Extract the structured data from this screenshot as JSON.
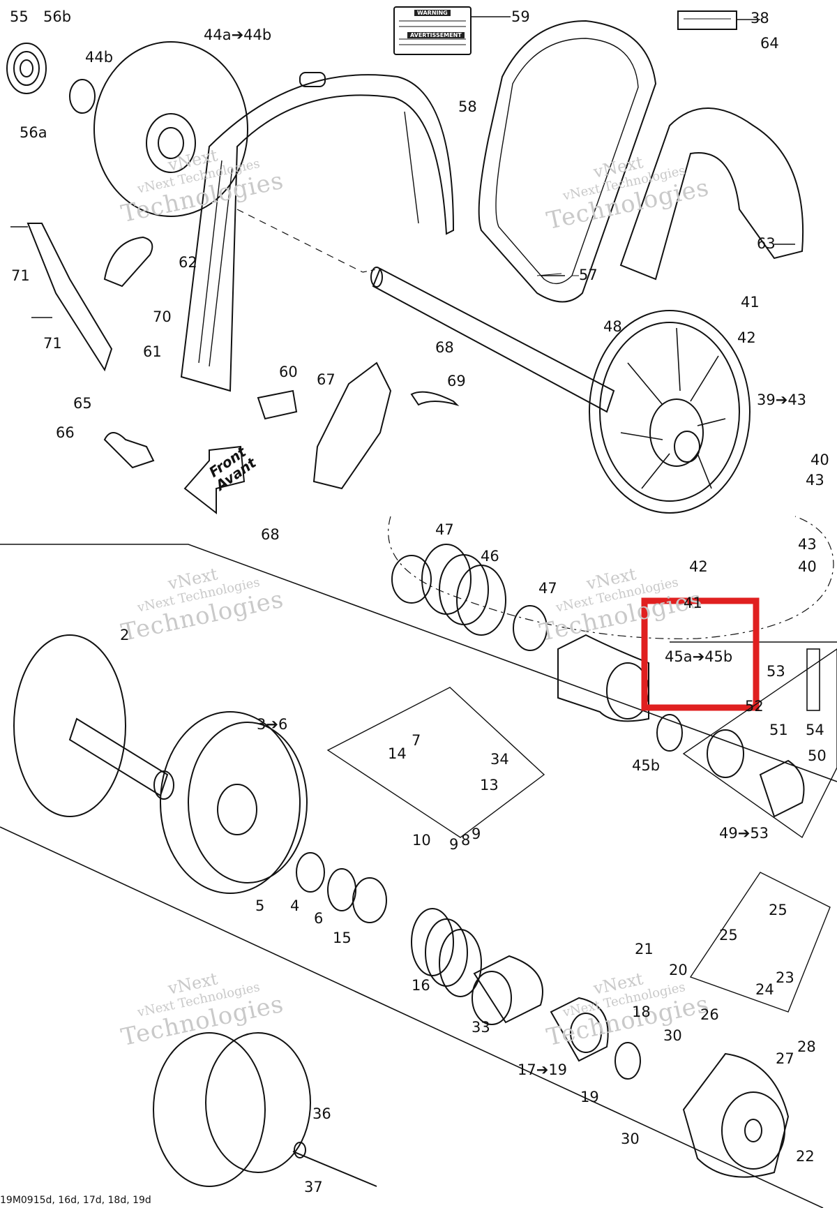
{
  "callouts": [
    {
      "id": "55",
      "text": "55"
    },
    {
      "id": "56b",
      "text": "56b"
    },
    {
      "id": "56a",
      "text": "56a"
    },
    {
      "id": "44a44b",
      "text": "44a➔44b"
    },
    {
      "id": "44b",
      "text": "44b"
    },
    {
      "id": "59",
      "text": "59"
    },
    {
      "id": "38",
      "text": "38"
    },
    {
      "id": "64",
      "text": "64"
    },
    {
      "id": "58",
      "text": "58"
    },
    {
      "id": "62",
      "text": "62"
    },
    {
      "id": "71a",
      "text": "71"
    },
    {
      "id": "71b",
      "text": "71"
    },
    {
      "id": "70",
      "text": "70"
    },
    {
      "id": "57",
      "text": "57"
    },
    {
      "id": "63",
      "text": "63"
    },
    {
      "id": "41a",
      "text": "41"
    },
    {
      "id": "42a",
      "text": "42"
    },
    {
      "id": "48",
      "text": "48"
    },
    {
      "id": "68a",
      "text": "68"
    },
    {
      "id": "61",
      "text": "61"
    },
    {
      "id": "60",
      "text": "60"
    },
    {
      "id": "67",
      "text": "67"
    },
    {
      "id": "69",
      "text": "69"
    },
    {
      "id": "3943",
      "text": "39➔43"
    },
    {
      "id": "65",
      "text": "65"
    },
    {
      "id": "66",
      "text": "66"
    },
    {
      "id": "40a",
      "text": "40"
    },
    {
      "id": "43a",
      "text": "43"
    },
    {
      "id": "68b",
      "text": "68"
    },
    {
      "id": "47a",
      "text": "47"
    },
    {
      "id": "46",
      "text": "46"
    },
    {
      "id": "43b",
      "text": "43"
    },
    {
      "id": "42b",
      "text": "42"
    },
    {
      "id": "40b",
      "text": "40"
    },
    {
      "id": "47b",
      "text": "47"
    },
    {
      "id": "41b",
      "text": "41"
    },
    {
      "id": "2",
      "text": "2"
    },
    {
      "id": "45a45b",
      "text": "45a➔45b"
    },
    {
      "id": "53",
      "text": "53"
    },
    {
      "id": "52",
      "text": "52"
    },
    {
      "id": "36a",
      "text": "3➔6"
    },
    {
      "id": "7",
      "text": "7"
    },
    {
      "id": "14",
      "text": "14"
    },
    {
      "id": "34",
      "text": "34"
    },
    {
      "id": "13",
      "text": "13"
    },
    {
      "id": "45b",
      "text": "45b"
    },
    {
      "id": "51",
      "text": "51"
    },
    {
      "id": "54",
      "text": "54"
    },
    {
      "id": "50",
      "text": "50"
    },
    {
      "id": "10",
      "text": "10"
    },
    {
      "id": "9a",
      "text": "9"
    },
    {
      "id": "8",
      "text": "8"
    },
    {
      "id": "9b",
      "text": "9"
    },
    {
      "id": "4953",
      "text": "49➔53"
    },
    {
      "id": "5",
      "text": "5"
    },
    {
      "id": "4",
      "text": "4"
    },
    {
      "id": "6",
      "text": "6"
    },
    {
      "id": "15",
      "text": "15"
    },
    {
      "id": "16",
      "text": "16"
    },
    {
      "id": "25a",
      "text": "25"
    },
    {
      "id": "25b",
      "text": "25"
    },
    {
      "id": "23",
      "text": "23"
    },
    {
      "id": "24",
      "text": "24"
    },
    {
      "id": "21",
      "text": "21"
    },
    {
      "id": "20",
      "text": "20"
    },
    {
      "id": "33",
      "text": "33"
    },
    {
      "id": "18",
      "text": "18"
    },
    {
      "id": "26",
      "text": "26"
    },
    {
      "id": "30a",
      "text": "30"
    },
    {
      "id": "28",
      "text": "28"
    },
    {
      "id": "27",
      "text": "27"
    },
    {
      "id": "1719",
      "text": "17➔19"
    },
    {
      "id": "19",
      "text": "19"
    },
    {
      "id": "36",
      "text": "36"
    },
    {
      "id": "30b",
      "text": "30"
    },
    {
      "id": "22",
      "text": "22"
    },
    {
      "id": "37",
      "text": "37"
    }
  ],
  "front_label": {
    "line1": "Front",
    "line2": "Avant"
  },
  "watermark": {
    "line1": "vNext",
    "line2": "vNext Technologies",
    "line3": "Technologies"
  },
  "footer": "19M0915d, 16d, 17d, 18d, 19d",
  "warning_label": {
    "title1": "WARNING",
    "title2": "AVERTISSEMENT"
  },
  "highlight_color": "#e02020"
}
